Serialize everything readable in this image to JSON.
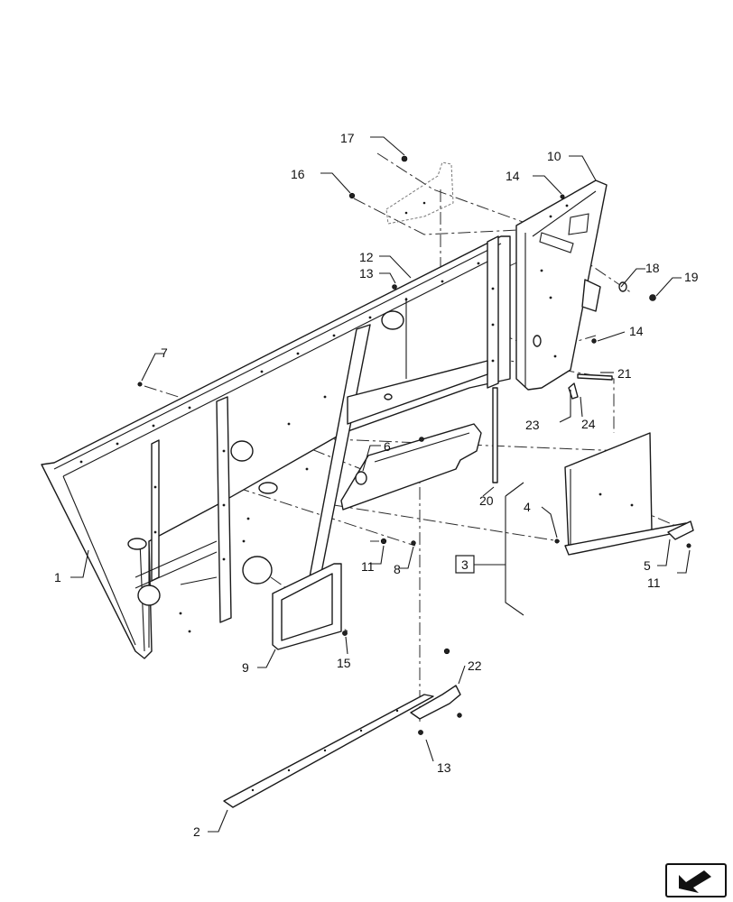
{
  "callouts": [
    {
      "text": "1"
    },
    {
      "text": "2"
    },
    {
      "text": "3"
    },
    {
      "text": "4"
    },
    {
      "text": "5"
    },
    {
      "text": "6"
    },
    {
      "text": "7"
    },
    {
      "text": "8"
    },
    {
      "text": "9"
    },
    {
      "text": "10"
    },
    {
      "text": "11"
    },
    {
      "text": "11"
    },
    {
      "text": "12"
    },
    {
      "text": "13"
    },
    {
      "text": "13"
    },
    {
      "text": "14"
    },
    {
      "text": "14"
    },
    {
      "text": "15"
    },
    {
      "text": "16"
    },
    {
      "text": "17"
    },
    {
      "text": "18"
    },
    {
      "text": "19"
    },
    {
      "text": "20"
    },
    {
      "text": "21"
    },
    {
      "text": "22"
    },
    {
      "text": "23"
    },
    {
      "text": "24"
    }
  ],
  "nav_icon": "arrow-back-icon"
}
